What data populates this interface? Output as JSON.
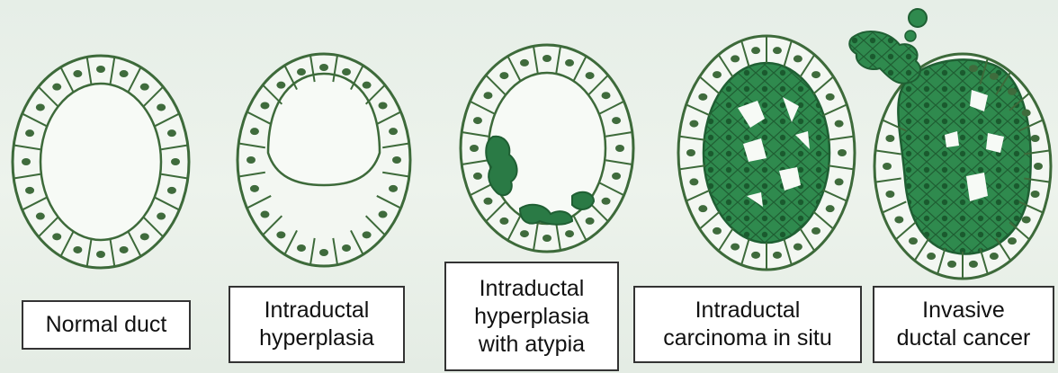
{
  "stages": [
    {
      "label": "Normal duct"
    },
    {
      "label": "Intraductal\nhyperplasia"
    },
    {
      "label": "Intraductal\nhyperplasia\nwith atypia"
    },
    {
      "label": "Intraductal\ncarcinoma in situ"
    },
    {
      "label": "Invasive\nductal cancer"
    }
  ],
  "colors": {
    "background": "#e8efe8",
    "cell_outline": "#3d6a3a",
    "nucleus": "#3f6b3c",
    "tumor_fill": "#2f8a4e",
    "tumor_dark": "#1f5f33"
  }
}
